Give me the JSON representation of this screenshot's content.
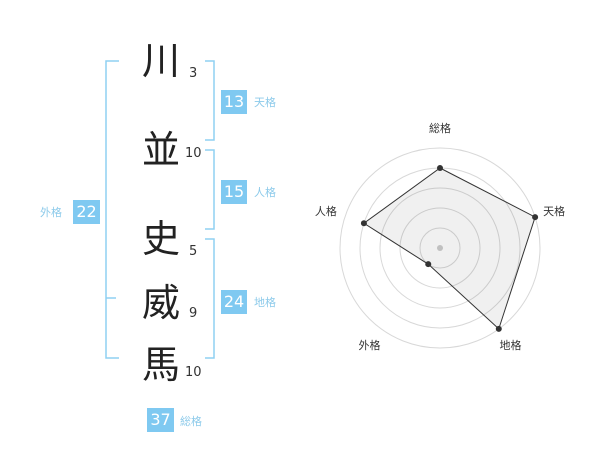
{
  "characters": [
    {
      "char": "川",
      "strokes": "3"
    },
    {
      "char": "並",
      "strokes": "10"
    },
    {
      "char": "史",
      "strokes": "5"
    },
    {
      "char": "威",
      "strokes": "9"
    },
    {
      "char": "馬",
      "strokes": "10"
    }
  ],
  "fortunes": {
    "tenkaku": {
      "label": "天格",
      "value": "13"
    },
    "jinkaku": {
      "label": "人格",
      "value": "15"
    },
    "chikaku": {
      "label": "地格",
      "value": "24"
    },
    "gaikaku": {
      "label": "外格",
      "value": "22"
    },
    "soukaku": {
      "label": "総格",
      "value": "37"
    }
  },
  "radar": {
    "axes": [
      "総格",
      "天格",
      "地格",
      "外格",
      "人格"
    ],
    "values": [
      4,
      5,
      5,
      1,
      4
    ],
    "max": 5,
    "rings": 5
  },
  "colors": {
    "accent": "#7fc9f1",
    "bracket": "#8fd0f2",
    "label": "#8ccaea"
  }
}
